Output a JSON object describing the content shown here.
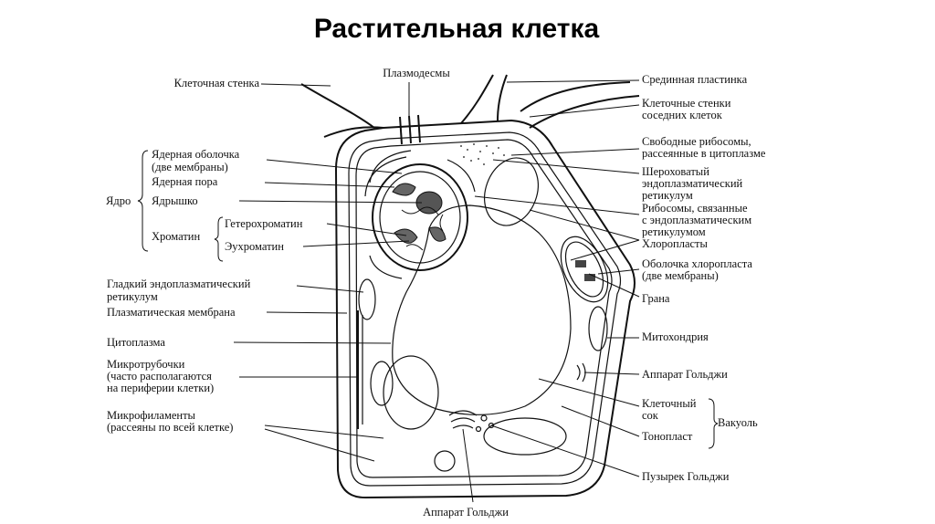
{
  "title": "Растительная клетка",
  "labels": {
    "cell_wall": "Клеточная стенка",
    "plasmodesmata": "Плазмодесмы",
    "middle_lamella": "Срединная пластинка",
    "neighbor_walls_1": "Клеточные стенки",
    "neighbor_walls_2": "соседних клеток",
    "nuclear_envelope_1": "Ядерная оболочка",
    "nuclear_envelope_2": "(две мембраны)",
    "nuclear_pore": "Ядерная пора",
    "nucleus": "Ядро",
    "nucleolus": "Ядрышко",
    "chromatin": "Хроматин",
    "heterochromatin": "Гетерохроматин",
    "euchromatin": "Эухроматин",
    "free_ribosomes_1": "Свободные рибосомы,",
    "free_ribosomes_2": "рассеянные в цитоплазме",
    "rough_er_1": "Шероховатый",
    "rough_er_2": "эндоплазматический",
    "rough_er_3": "ретикулум",
    "bound_ribosomes_1": "Рибосомы, связанные",
    "bound_ribosomes_2": "с эндоплазматическим",
    "bound_ribosomes_3": "ретикулумом",
    "chloroplasts": "Хлоропласты",
    "chloroplast_envelope_1": "Оболочка хлоропласта",
    "chloroplast_envelope_2": "(две мембраны)",
    "grana": "Грана",
    "smooth_er_1": "Гладкий эндоплазматический",
    "smooth_er_2": "ретикулум",
    "plasma_membrane": "Плазматическая мембрана",
    "cytoplasm": "Цитоплазма",
    "mitochondrion": "Митохондрия",
    "microtubules_1": "Микротрубочки",
    "microtubules_2": "(часто располагаются",
    "microtubules_3": "на периферии клетки)",
    "golgi_right": "Аппарат Гольджи",
    "cell_sap_1": "Клеточный",
    "cell_sap_2": "сок",
    "vacuole": "Вакуоль",
    "tonoplast": "Тонопласт",
    "microfilaments_1": "Микрофиламенты",
    "microfilaments_2": "(рассеяны по всей клетке)",
    "golgi_vesicle": "Пузырек Гольджи",
    "golgi_bottom": "Аппарат Гольджи"
  }
}
